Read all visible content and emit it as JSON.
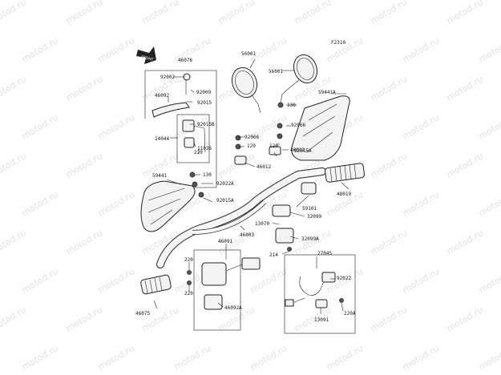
{
  "figure_code": "F2310",
  "watermark": "motod.ru",
  "front_label": "FRONT",
  "callouts": [
    "46076",
    "92002",
    "92009",
    "46092",
    "92015",
    "92015B",
    "14044",
    "11036",
    "220",
    "56001",
    "56001",
    "130",
    "59441A",
    "92066",
    "92066",
    "120",
    "120",
    "46012",
    "46012",
    "92015A",
    "59441",
    "130",
    "92022A",
    "92015A",
    "48019",
    "59101",
    "32099",
    "13070",
    "46003",
    "32099A",
    "214",
    "46091",
    "220",
    "220",
    "46092A",
    "46075",
    "27045",
    "92022",
    "13091",
    "220A"
  ]
}
